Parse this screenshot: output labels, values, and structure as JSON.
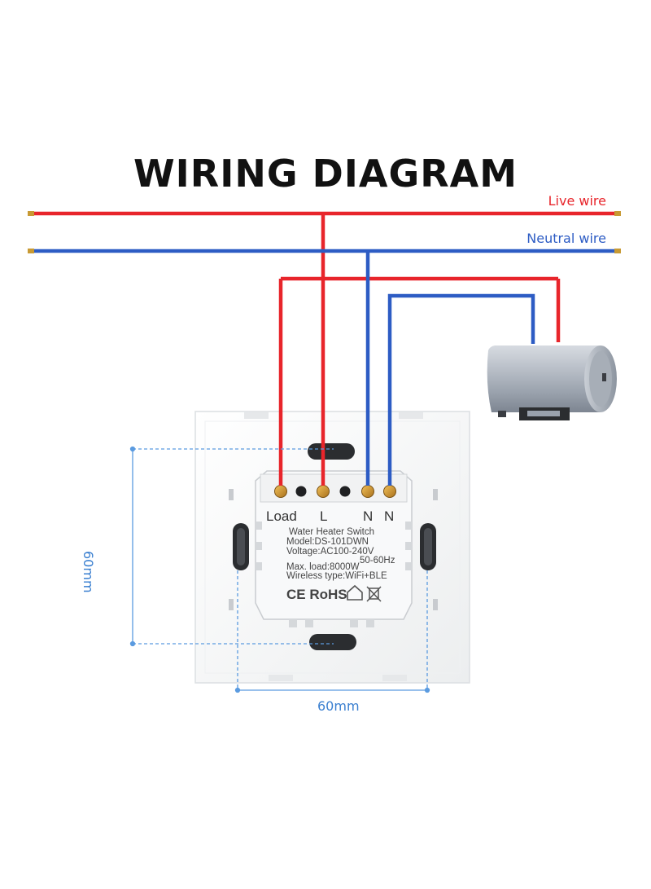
{
  "title": "WIRING DIAGRAM",
  "wires": {
    "live_label": "Live wire",
    "neutral_label": "Neutral wire",
    "live_color": "#e8252b",
    "neutral_color": "#2d5cc4"
  },
  "module": {
    "terminals": {
      "load": "Load",
      "live": "L",
      "neutral_1": "N",
      "neutral_2": "N"
    },
    "specs": {
      "line1": "Water Heater Switch",
      "line2": "Model:DS-101DWN",
      "line3": "Voltage:AC100-240V",
      "line4": "50-60Hz",
      "line5": "Max. load:8000W",
      "line6": "Wireless type:WiFi+BLE"
    },
    "certifications": "CE RoHS"
  },
  "dimensions": {
    "width": "60mm",
    "height": "60mm"
  },
  "device": {
    "name": "water-heater"
  }
}
